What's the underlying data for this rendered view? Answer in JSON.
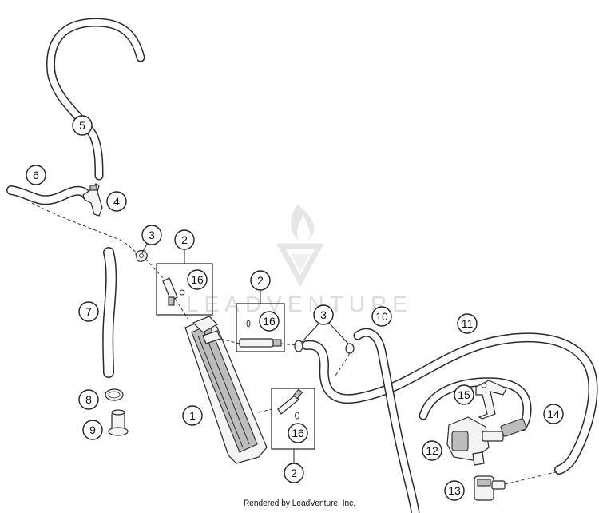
{
  "watermark": {
    "text": "LEADVENTURE"
  },
  "credit": "Rendered by LeadVenture, Inc.",
  "callouts": [
    "1",
    "2",
    "2",
    "2",
    "3",
    "3",
    "4",
    "5",
    "6",
    "7",
    "8",
    "9",
    "10",
    "11",
    "12",
    "13",
    "14",
    "15",
    "16",
    "16",
    "16"
  ]
}
